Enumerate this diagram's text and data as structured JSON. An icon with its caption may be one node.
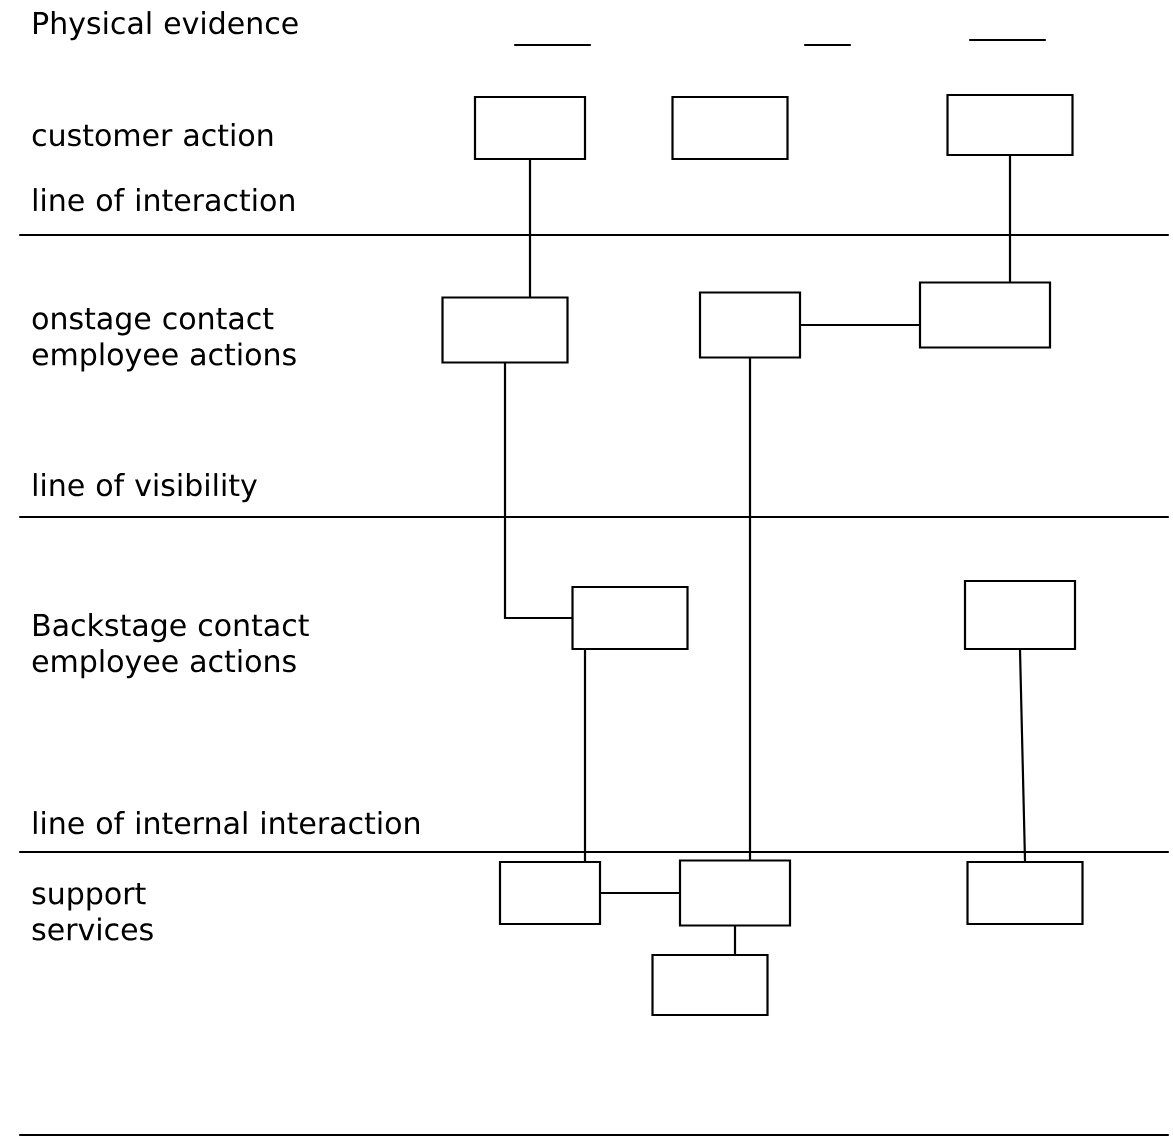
{
  "diagram": {
    "nodes": [
      {
        "text": [],
        "shape": "box"
      },
      {
        "text": [],
        "shape": "box"
      },
      {
        "text": [],
        "shape": "box"
      },
      {
        "text": [],
        "shape": "box"
      },
      {
        "text": [],
        "shape": "box"
      },
      {
        "text": [],
        "shape": "box"
      },
      {
        "text": [],
        "shape": "box"
      },
      {
        "text": [],
        "shape": "box"
      },
      {
        "text": [],
        "shape": "box"
      },
      {
        "text": [],
        "shape": "box"
      },
      {
        "text": [],
        "shape": "box"
      },
      {
        "text": [],
        "shape": "box"
      }
    ],
    "edges": [
      {
        "from": 0,
        "to": 3,
        "arrow": "none"
      },
      {
        "from": 2,
        "to": 5,
        "arrow": "none"
      },
      {
        "from": 4,
        "to": 5,
        "arrow": "none"
      },
      {
        "from": 3,
        "to": 6,
        "arrow": "none"
      },
      {
        "from": 4,
        "to": 9,
        "arrow": "none"
      },
      {
        "from": 6,
        "to": 8,
        "arrow": "none"
      },
      {
        "from": 7,
        "to": 10,
        "arrow": "none"
      },
      {
        "from": 8,
        "to": 9,
        "arrow": "none"
      },
      {
        "from": 9,
        "to": 11,
        "arrow": "none"
      }
    ],
    "labels": [
      "Physical evidence",
      "customer action",
      "line of interaction",
      "onstage contact employee actions",
      "line of visibility",
      "Backstage contact employee actions",
      "line of internal interaction",
      "support services"
    ]
  }
}
